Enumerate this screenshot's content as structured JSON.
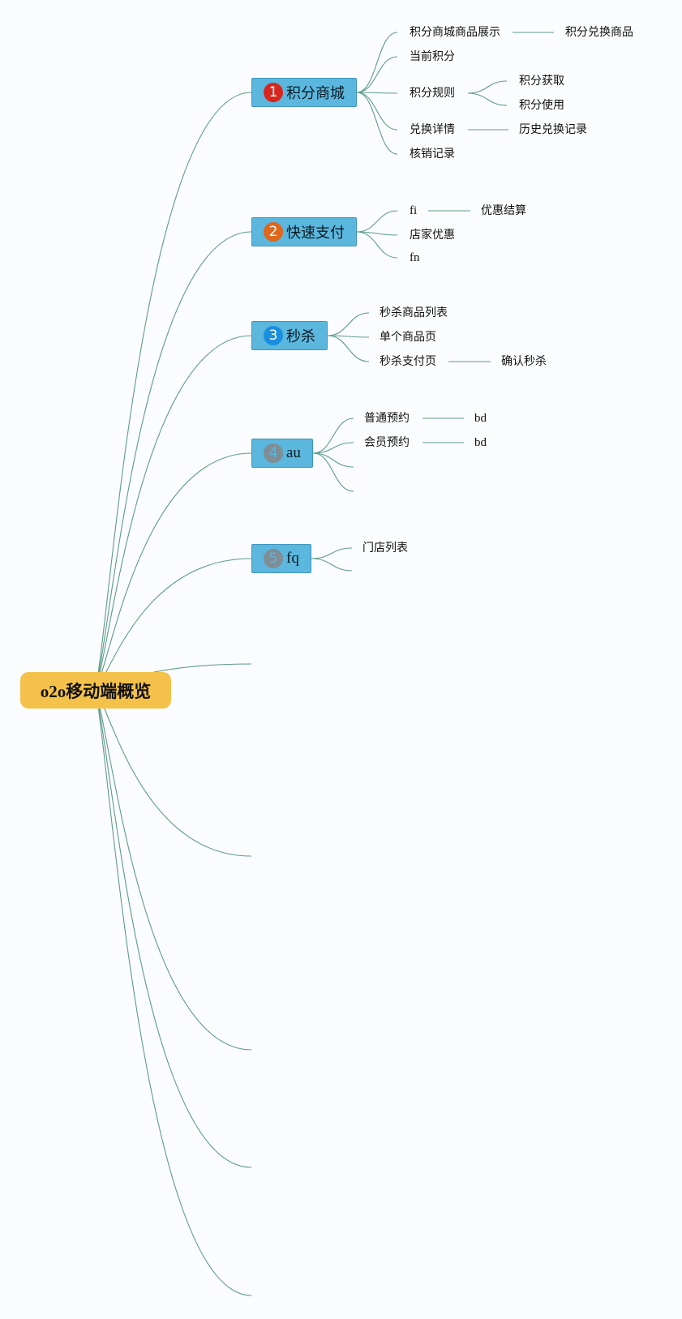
{
  "root": {
    "title": "o2o移动端概览"
  },
  "branches": [
    {
      "marker": "1",
      "marker_color": "#d7261e",
      "label": "积分商城",
      "children": [
        {
          "label": "积分商城商品展示",
          "children": [
            "积分兑换商品"
          ]
        },
        {
          "label": "当前积分",
          "children": []
        },
        {
          "label": "积分规则",
          "children": [
            "积分获取",
            "积分使用"
          ]
        },
        {
          "label": "兑换详情",
          "children": [
            "历史兑换记录"
          ]
        },
        {
          "label": "核销记录",
          "children": []
        }
      ]
    },
    {
      "marker": "2",
      "marker_color": "#e0661c",
      "label": "快速支付",
      "children": [
        {
          "label": "fi",
          "children": [
            "优惠结算"
          ]
        },
        {
          "label": "店家优惠",
          "children": []
        },
        {
          "label": "fn",
          "children": []
        }
      ]
    },
    {
      "marker": "3",
      "marker_color": "#1a8fe0",
      "label": "秒杀",
      "children": [
        {
          "label": "秒杀商品列表",
          "children": []
        },
        {
          "label": "单个商品页",
          "children": []
        },
        {
          "label": "秒杀支付页",
          "children": [
            "确认秒杀"
          ]
        }
      ]
    },
    {
      "marker": "4",
      "marker_color": "#7f8d95",
      "label": "au",
      "children": [
        {
          "label": "普通预约",
          "children": [
            "bd"
          ]
        },
        {
          "label": "会员预约",
          "children": [
            "bd"
          ]
        },
        {
          "label": "",
          "children": []
        },
        {
          "label": "",
          "children": []
        }
      ]
    },
    {
      "marker": "5",
      "marker_color": "#7f8d95",
      "label": "fq",
      "children": [
        {
          "label": "门店列表",
          "children": []
        },
        {
          "label": "",
          "children": []
        }
      ]
    },
    {
      "label": "",
      "children": []
    },
    {
      "label": "",
      "children": []
    },
    {
      "label": "",
      "children": []
    },
    {
      "label": "",
      "children": []
    },
    {
      "label": "",
      "children": []
    }
  ],
  "colors": {
    "line": "#5e9c8a",
    "root_fill": "#f4c24a",
    "branch_fill": "#5bb7de"
  }
}
